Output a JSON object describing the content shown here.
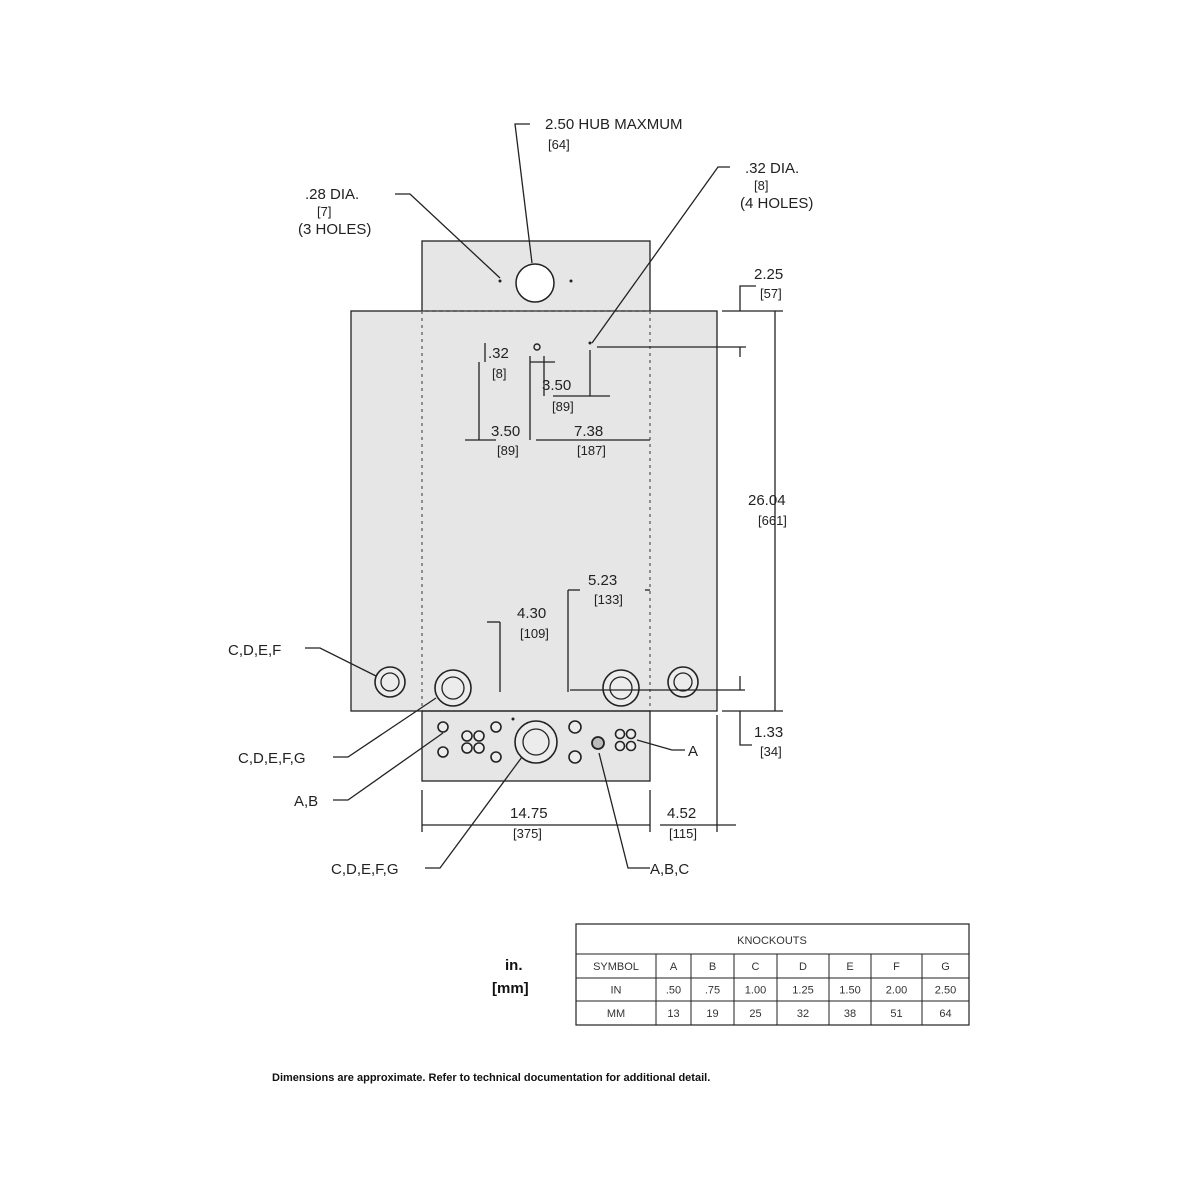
{
  "callouts": {
    "hub": "2.50 HUB MAXMUM",
    "hub_mm": "[64]",
    "left_hole": ".28 DIA.",
    "left_hole_mm": "[7]",
    "left_hole_count": "(3 HOLES)",
    "right_hole": ".32 DIA.",
    "right_hole_mm": "[8]",
    "right_hole_count": "(4 HOLES)",
    "ko_left": "C,D,E,F",
    "ko_left2": "C,D,E,F,G",
    "ko_ab": "A,B",
    "ko_bottom": "C,D,E,F,G",
    "ko_abc": "A,B,C",
    "ko_a": "A"
  },
  "dimensions": {
    "d_225": "2.25",
    "d_225_mm": "[57]",
    "d_32": ".32",
    "d_32_mm": "[8]",
    "d_350a": "3.50",
    "d_350a_mm": "[89]",
    "d_350b": "3.50",
    "d_350b_mm": "[89]",
    "d_738": "7.38",
    "d_738_mm": "[187]",
    "d_2604": "26.04",
    "d_2604_mm": "[661]",
    "d_523": "5.23",
    "d_523_mm": "[133]",
    "d_430": "4.30",
    "d_430_mm": "[109]",
    "d_133": "1.33",
    "d_133_mm": "[34]",
    "d_1475": "14.75",
    "d_1475_mm": "[375]",
    "d_452": "4.52",
    "d_452_mm": "[115]"
  },
  "units": {
    "inches": "in.",
    "mm": "[mm]"
  },
  "knockouts_table": {
    "title": "KNOCKOUTS",
    "header": [
      "SYMBOL",
      "A",
      "B",
      "C",
      "D",
      "E",
      "F",
      "G"
    ],
    "rows": [
      [
        "IN",
        ".50",
        ".75",
        "1.00",
        "1.25",
        "1.50",
        "2.00",
        "2.50"
      ],
      [
        "MM",
        "13",
        "19",
        "25",
        "32",
        "38",
        "51",
        "64"
      ]
    ]
  },
  "footnote": "Dimensions are approximate. Refer to technical documentation for additional detail.",
  "colors": {
    "enclosure": "#e6e6e6",
    "line": "#222222"
  }
}
